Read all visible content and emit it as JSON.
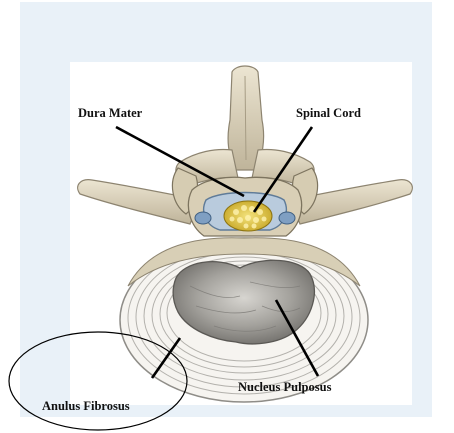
{
  "labels": {
    "dura_mater": "Dura Mater",
    "spinal_cord": "Spinal Cord",
    "nucleus_pulposus": "Nucleus Pulposus",
    "anulus_fibrosus": "Anulus Fibrosus"
  },
  "colors": {
    "background_panel": "#e9f1f8",
    "bone": "#e2dac5",
    "bone_shadow": "#b8ae95",
    "disc_ring": "#f4f2ee",
    "disc_line": "#a7a59f",
    "nucleus": "#9a9894",
    "nucleus_light": "#cfcdc8",
    "spinal_cord": "#e2c94a",
    "canal": "#8fa9c4"
  }
}
